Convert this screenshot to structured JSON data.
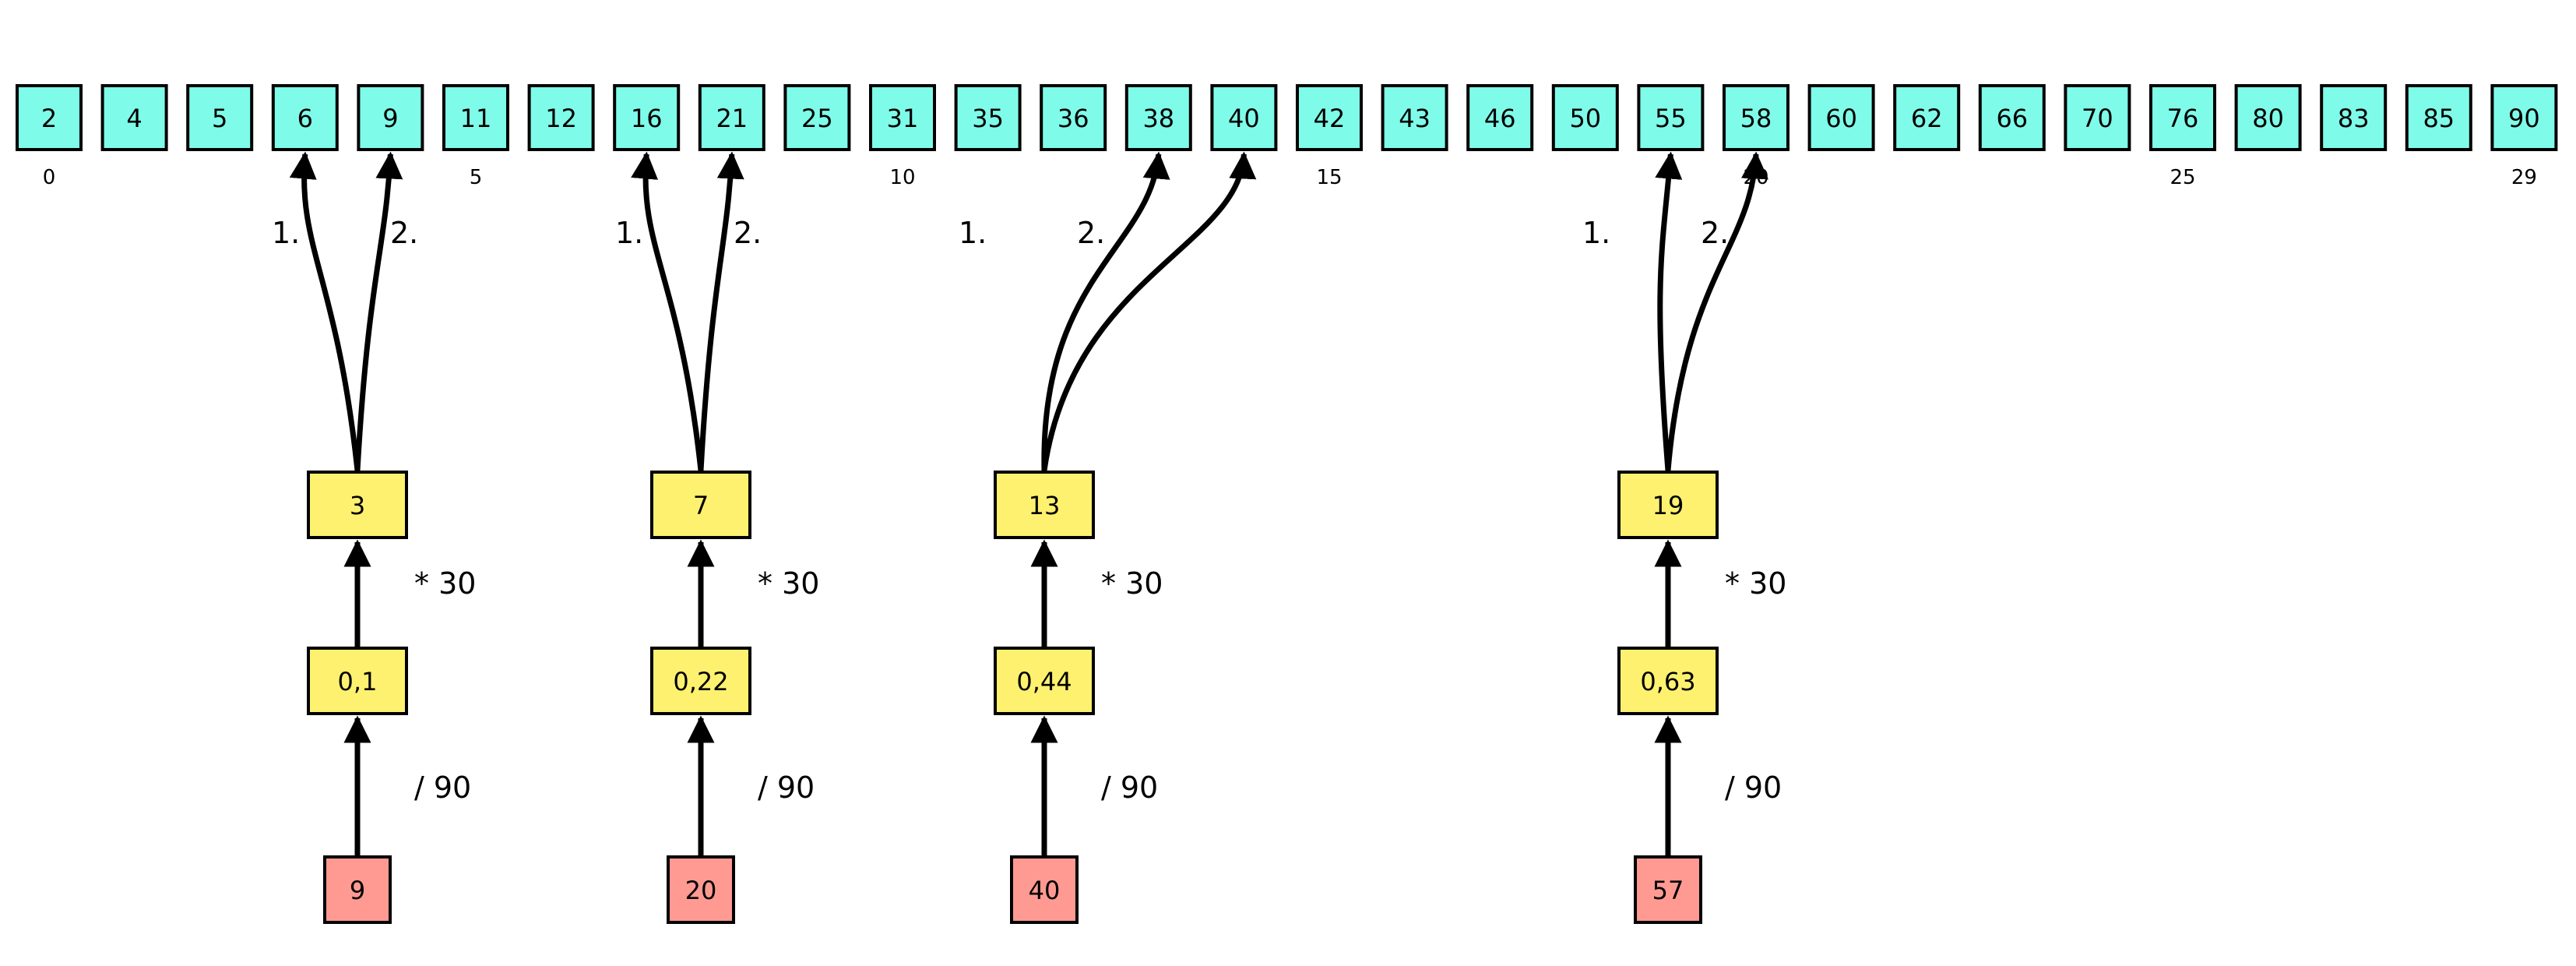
{
  "array": {
    "values": [
      "2",
      "4",
      "5",
      "6",
      "9",
      "11",
      "12",
      "16",
      "21",
      "25",
      "31",
      "35",
      "36",
      "38",
      "40",
      "42",
      "43",
      "46",
      "50",
      "55",
      "58",
      "60",
      "62",
      "66",
      "70",
      "76",
      "80",
      "83",
      "85",
      "90"
    ],
    "index_labels": [
      {
        "index": 0,
        "text": "0"
      },
      {
        "index": 5,
        "text": "5"
      },
      {
        "index": 10,
        "text": "10"
      },
      {
        "index": 15,
        "text": "15"
      },
      {
        "index": 20,
        "text": "20"
      },
      {
        "index": 25,
        "text": "25"
      },
      {
        "index": 29,
        "text": "29"
      }
    ]
  },
  "lookups": [
    {
      "key": "9",
      "ratio": "0,1",
      "index": "3",
      "divide_label": "/ 90",
      "multiply_label": "* 30",
      "probe_labels": [
        "1.",
        "2."
      ],
      "probe_targets": [
        3,
        4
      ]
    },
    {
      "key": "20",
      "ratio": "0,22",
      "index": "7",
      "divide_label": "/ 90",
      "multiply_label": "* 30",
      "probe_labels": [
        "1.",
        "2."
      ],
      "probe_targets": [
        7,
        8
      ]
    },
    {
      "key": "40",
      "ratio": "0,44",
      "index": "13",
      "divide_label": "/ 90",
      "multiply_label": "* 30",
      "probe_labels": [
        "1.",
        "2."
      ],
      "probe_targets": [
        13,
        14
      ]
    },
    {
      "key": "57",
      "ratio": "0,63",
      "index": "19",
      "divide_label": "/ 90",
      "multiply_label": "* 30",
      "probe_labels": [
        "1.",
        "2."
      ],
      "probe_targets": [
        19,
        20
      ]
    }
  ],
  "colors": {
    "array_cell": "#7ffce9",
    "computed_box": "#fff170",
    "key_box": "#ff9a92",
    "stroke": "#000000"
  }
}
